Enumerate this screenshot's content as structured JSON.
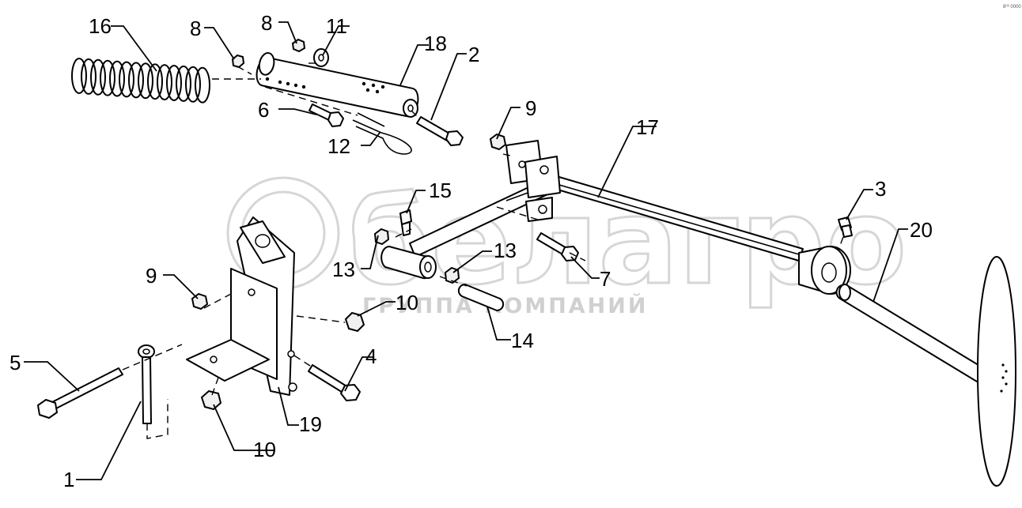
{
  "watermark": {
    "brand": "белагро",
    "tagline": "ГРУППА КОМПАНИЙ"
  },
  "corner_code": "8⁰² 0000",
  "callouts": [
    {
      "id": "c1",
      "label": "1"
    },
    {
      "id": "c2",
      "label": "2"
    },
    {
      "id": "c3",
      "label": "3"
    },
    {
      "id": "c4",
      "label": "4"
    },
    {
      "id": "c5",
      "label": "5"
    },
    {
      "id": "c6",
      "label": "6"
    },
    {
      "id": "c7",
      "label": "7"
    },
    {
      "id": "c8a",
      "label": "8"
    },
    {
      "id": "c8b",
      "label": "8"
    },
    {
      "id": "c9a",
      "label": "9"
    },
    {
      "id": "c9b",
      "label": "9"
    },
    {
      "id": "c10a",
      "label": "10"
    },
    {
      "id": "c10b",
      "label": "10"
    },
    {
      "id": "c11",
      "label": "11"
    },
    {
      "id": "c12",
      "label": "12"
    },
    {
      "id": "c13a",
      "label": "13"
    },
    {
      "id": "c13b",
      "label": "13"
    },
    {
      "id": "c14",
      "label": "14"
    },
    {
      "id": "c15",
      "label": "15"
    },
    {
      "id": "c16",
      "label": "16"
    },
    {
      "id": "c17",
      "label": "17"
    },
    {
      "id": "c18",
      "label": "18"
    },
    {
      "id": "c19",
      "label": "19"
    },
    {
      "id": "c20",
      "label": "20"
    }
  ]
}
